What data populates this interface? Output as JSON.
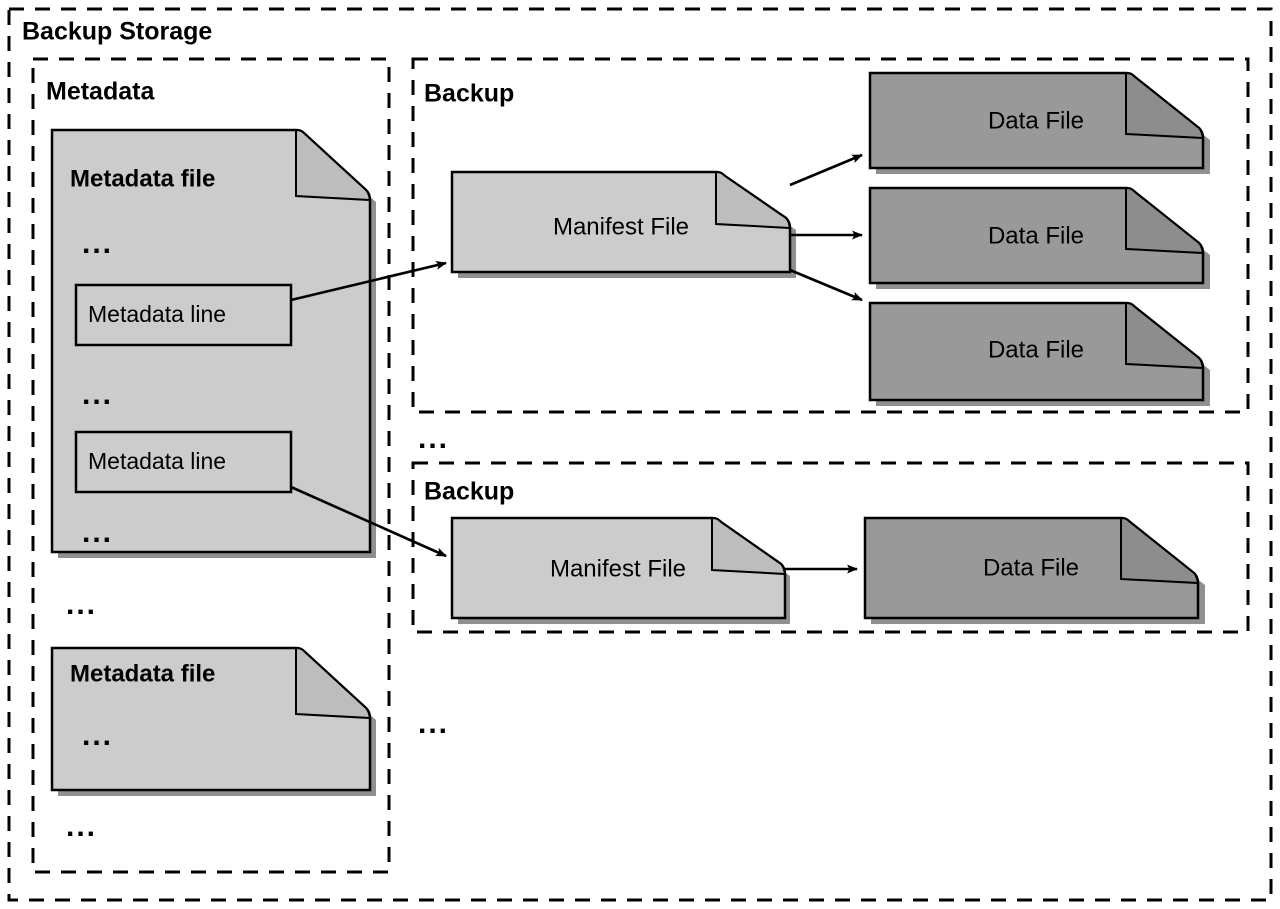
{
  "diagram": {
    "title": "Backup Storage",
    "ellipsis": "...",
    "colors": {
      "document_light": "#cccccc",
      "document_dark": "#999999",
      "border": "#000000",
      "background": "#ffffff"
    },
    "metadata_section": {
      "title": "Metadata",
      "files": [
        {
          "title": "Metadata file",
          "entries": [
            "...",
            "Metadata line",
            "...",
            "Metadata line",
            "..."
          ]
        },
        {
          "title": "Metadata file",
          "entries": [
            "..."
          ]
        }
      ],
      "trailing_ellipsis": "..."
    },
    "backup_sections": [
      {
        "title": "Backup",
        "manifest": "Manifest File",
        "data_files": [
          "Data File",
          "Data File",
          "Data File"
        ]
      },
      {
        "title": "Backup",
        "manifest": "Manifest File",
        "data_files": [
          "Data File"
        ]
      }
    ],
    "backup_ellipsis_between": "...",
    "backup_ellipsis_trailing": "..."
  }
}
